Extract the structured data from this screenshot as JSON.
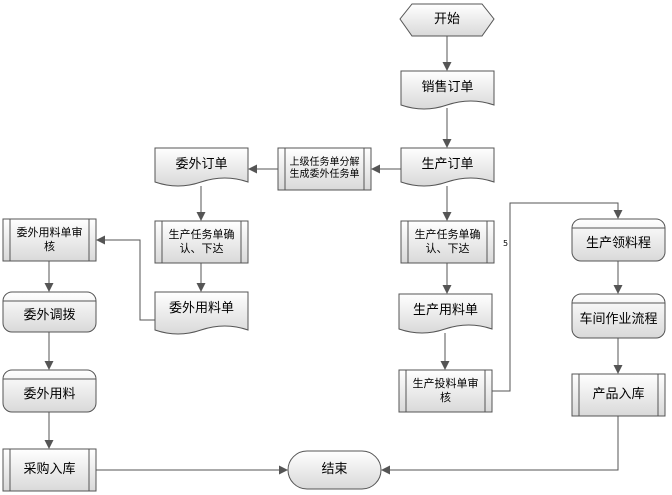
{
  "diagram": {
    "nodes": {
      "start": "开始",
      "sales_order": "销售订单",
      "production_order": "生产订单",
      "split_task": "上级任务单分解生成委外任务单",
      "outsource_order": "委外订单",
      "outsource_task_confirm": "生产任务单确认、下达",
      "outsource_material_bill": "委外用料单",
      "outsource_material_audit": "委外用料单审核",
      "outsource_transfer": "委外调拨",
      "outsource_material_use": "委外用料",
      "purchase_in": "采购入库",
      "end": "结束",
      "prod_task_confirm": "生产任务单确认、下达",
      "prod_material_bill": "生产用料单",
      "prod_feed_audit": "生产投料单审核",
      "prod_picking": "生产领料程",
      "workshop_flow": "车间作业流程",
      "product_in": "产品入库"
    },
    "edge_labels": {
      "audit_to_picking": "5"
    }
  },
  "colors": {
    "stroke": "#555555",
    "fill_top": "#ffffff",
    "fill_bottom": "#dcdcdc"
  }
}
